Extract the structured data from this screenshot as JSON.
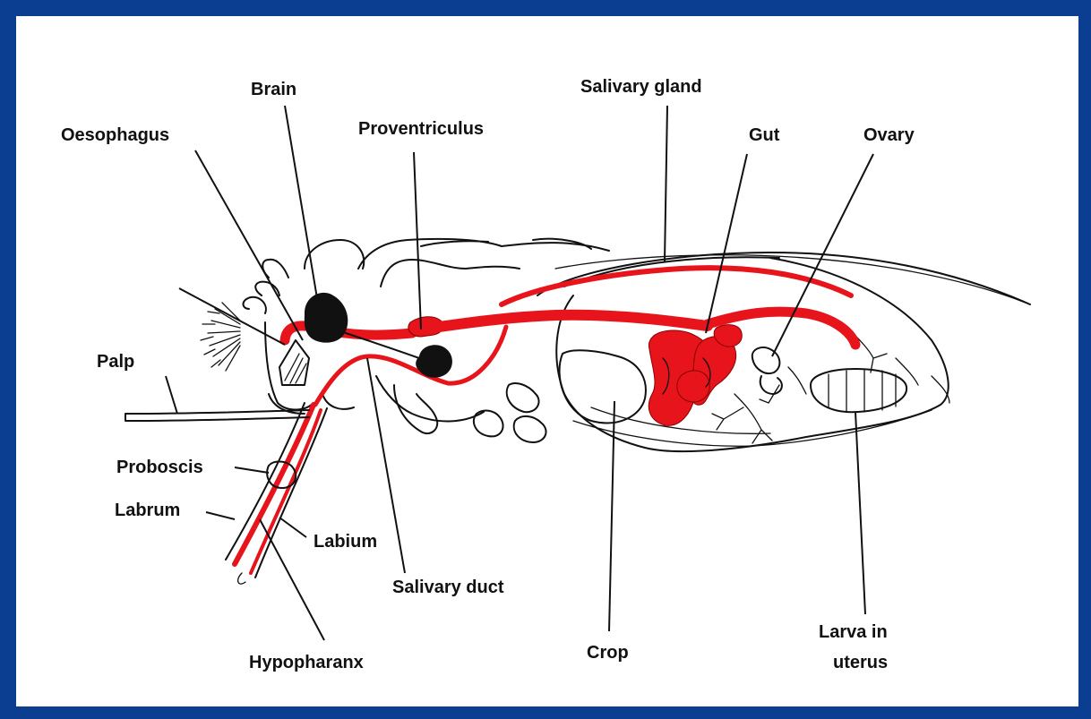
{
  "colors": {
    "frame": "#0b3d91",
    "organ_red": "#e8141b",
    "ink": "#111111",
    "background": "#ffffff"
  },
  "labels": {
    "brain": "Brain",
    "oesophagus": "Oesophagus",
    "proventriculus": "Proventriculus",
    "salivary_gland": "Salivary gland",
    "gut": "Gut",
    "ovary": "Ovary",
    "palp": "Palp",
    "proboscis": "Proboscis",
    "labrum": "Labrum",
    "labium": "Labium",
    "salivary_duct": "Salivary duct",
    "hypopharanx": "Hypopharanx",
    "crop": "Crop",
    "larva_line1": "Larva in",
    "larva_line2": "uterus"
  }
}
